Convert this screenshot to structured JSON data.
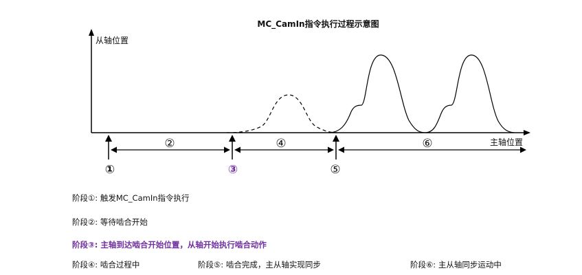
{
  "title": "MC_CamIn指令执行过程示意图",
  "y_axis_label": "从轴位置",
  "x_axis_label": "主轴位置",
  "markers": {
    "m1": "①",
    "m2": "②",
    "m3": "③",
    "m4": "④",
    "m5": "⑤",
    "m6": "⑥"
  },
  "colors": {
    "highlight": "#7030a0",
    "line": "#000000"
  },
  "legend": {
    "stage1": "阶段①: 触发MC_CamIn指令执行",
    "stage2": "阶段②: 等待啮合开始",
    "stage3": "阶段③: 主轴到达啮合开始位置，从轴开始执行啮合动作",
    "stage4": "阶段④: 啮合过程中",
    "stage5": "阶段⑤: 啮合完成，主从轴实现同步",
    "stage6": "阶段⑥: 主从轴同步运动中"
  }
}
